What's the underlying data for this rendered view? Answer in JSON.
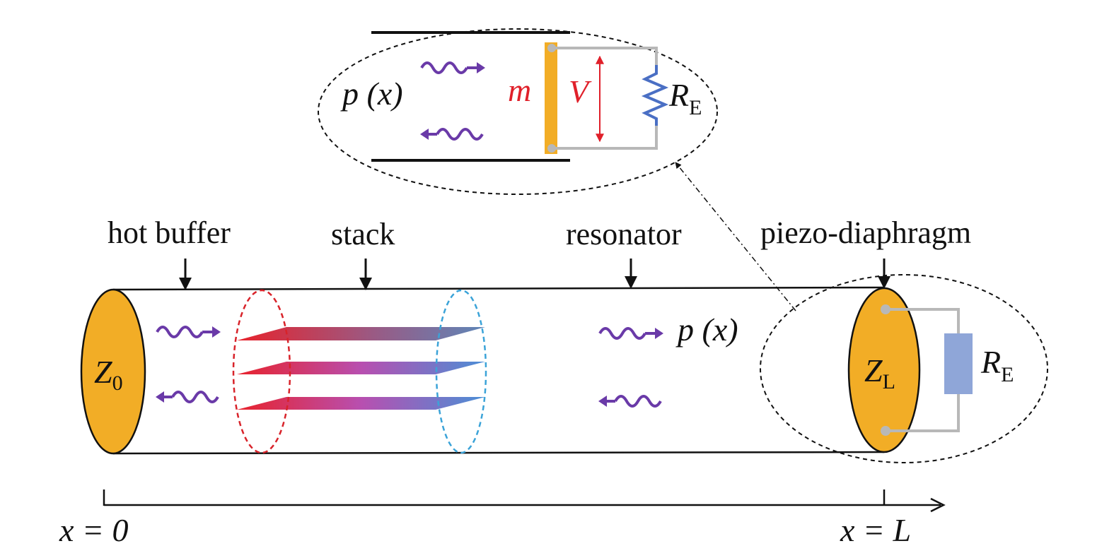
{
  "labels": {
    "hot_buffer": "hot buffer",
    "stack": "stack",
    "resonator": "resonator",
    "piezo_diaphragm": "piezo-diaphragm"
  },
  "math": {
    "z0_main": "Z",
    "z0_sub": "0",
    "zl_main": "Z",
    "zl_sub": "L",
    "re_main": "R",
    "re_sub": "E",
    "pressure": "p (x)",
    "mass": "m",
    "voltage": "V",
    "x_start": "x = 0",
    "x_end": "x = L"
  },
  "colors": {
    "diaphragm": "#f2ad26",
    "wave": "#6a3aa8",
    "red_ring": "#d8232a",
    "blue_ring": "#3ba3d8",
    "stack_hot": "#e8222b",
    "stack_mid": "#b84fb0",
    "stack_cold": "#4b8fd6",
    "resistor_box": "#8fa6d8",
    "resistor_zigzag": "#4a6fc4",
    "wire": "#b8b8b8",
    "annotation_red": "#e0202a"
  }
}
